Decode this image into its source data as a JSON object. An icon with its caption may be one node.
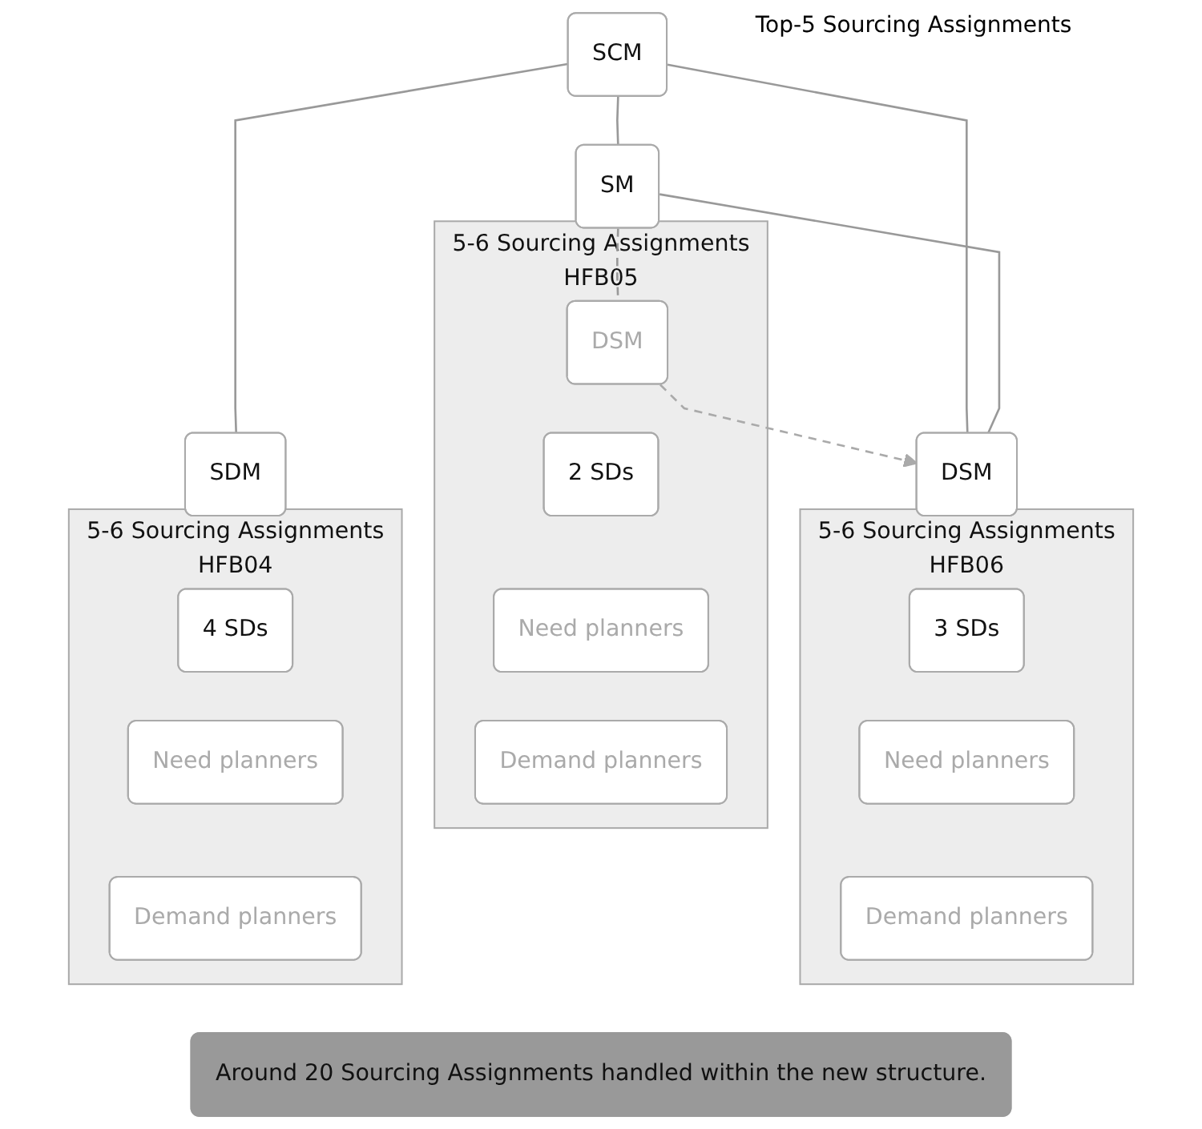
{
  "diagram": {
    "nodes": [
      {
        "text": [
          "SCM"
        ],
        "beside": [
          "Top-5 Sourcing Assignments"
        ]
      },
      {
        "text": [
          "SDM"
        ]
      },
      {
        "text": [
          "SM"
        ]
      },
      {
        "text": [
          "DSM"
        ]
      },
      {
        "text": [
          "5-6 Sourcing Assignments",
          "HFB04"
        ]
      },
      {
        "text": [
          "4 SDs"
        ],
        "in": 4
      },
      {
        "text": [
          "Need planners"
        ],
        "in": 4
      },
      {
        "text": [
          "Demand planners"
        ],
        "in": 4
      },
      {
        "text": [
          "5-6 Sourcing Assignments",
          "HFB05"
        ]
      },
      {
        "text": [
          "DSM"
        ],
        "in": 8
      },
      {
        "text": [
          "2 SDs"
        ],
        "in": 8
      },
      {
        "text": [
          "Need planners"
        ],
        "in": 8
      },
      {
        "text": [
          "Demand planners"
        ],
        "in": 8
      },
      {
        "text": [
          "5-6 Sourcing Assignments",
          "HFB06"
        ]
      },
      {
        "text": [
          "3 SDs"
        ],
        "in": 13
      },
      {
        "text": [
          "Need planners"
        ],
        "in": 13
      },
      {
        "text": [
          "Demand planners"
        ],
        "in": 13
      },
      {
        "text": [
          "Around 20 Sourcing Assignments handled within the new structure."
        ]
      }
    ],
    "edges": [
      {
        "from": 0,
        "to": 1,
        "arrow": "none"
      },
      {
        "from": 0,
        "to": 2,
        "arrow": "none"
      },
      {
        "from": 0,
        "to": 3,
        "arrow": "none"
      },
      {
        "from": 2,
        "to": 3,
        "arrow": "none"
      },
      {
        "from": 2,
        "to": 9,
        "arrow": "none",
        "style": "dashed"
      },
      {
        "from": 9,
        "to": 3,
        "arrow": "to",
        "style": "dashed",
        "color": "#aaaaaa"
      }
    ]
  }
}
